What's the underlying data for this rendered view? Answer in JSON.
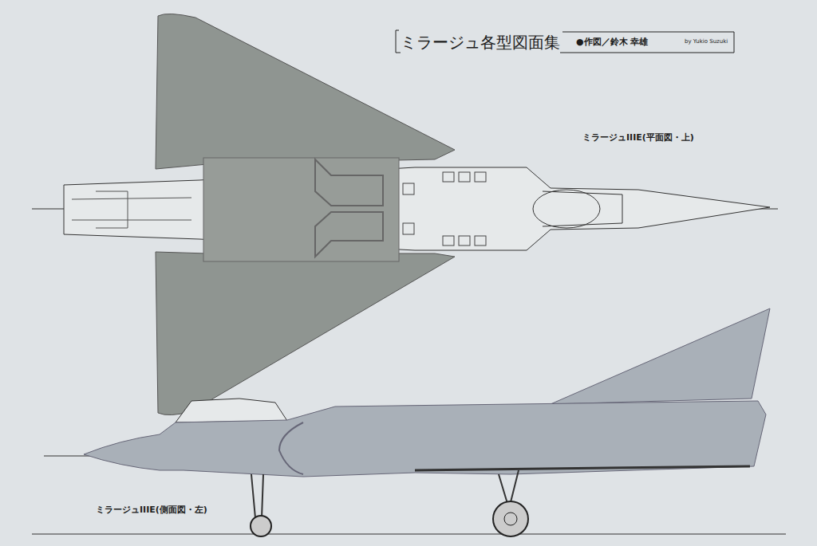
{
  "diagram": {
    "title": "ミラージュ各型図面集",
    "labels": [
      "●作図／鈴木 幸雄",
      "by Yukio Suzuki",
      "ミラージュIIIE(平面図・上)",
      "ミラージュIIIE(側面図・左)"
    ]
  }
}
